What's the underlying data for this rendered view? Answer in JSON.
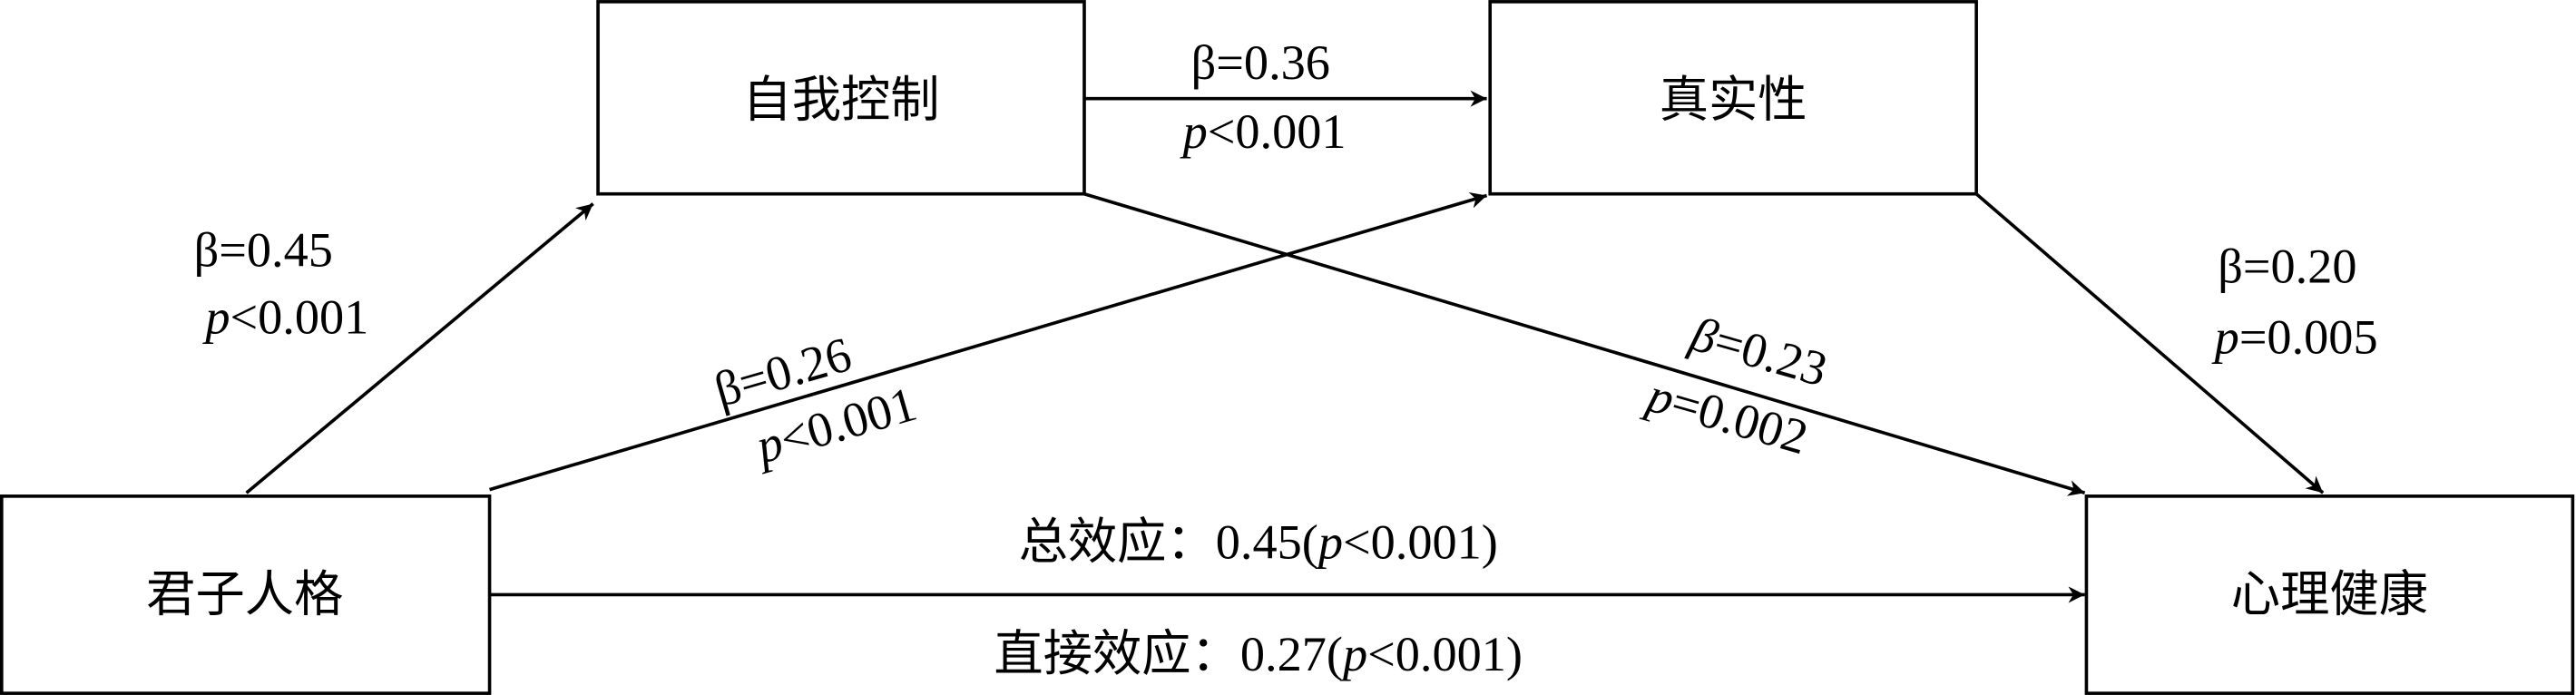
{
  "nodes": {
    "junzi": "君子人格",
    "self_control": "自我控制",
    "authenticity": "真实性",
    "mental_health": "心理健康"
  },
  "paths": {
    "junzi_to_self_control": {
      "beta": "β=0.45",
      "p_symbol": "p",
      "p_rest": "<0.001"
    },
    "self_control_to_authenticity": {
      "beta": "β=0.36",
      "p_symbol": "p",
      "p_rest": "<0.001"
    },
    "junzi_to_authenticity": {
      "beta": "β=0.26",
      "p_symbol": "p",
      "p_rest": "<0.001"
    },
    "self_control_to_mental_health": {
      "beta_symbol": "β",
      "beta_rest": "=0.23",
      "p_symbol": "p",
      "p_rest": "=0.002"
    },
    "authenticity_to_mental_health": {
      "beta": "β=0.20",
      "p_symbol": "p",
      "p_rest": "=0.005"
    }
  },
  "effects": {
    "total": {
      "prefix": "总效应：0.45(",
      "p_symbol": "p",
      "suffix": "<0.001)"
    },
    "direct": {
      "prefix": "直接效应：0.27(",
      "p_symbol": "p",
      "suffix": "<0.001)"
    }
  }
}
